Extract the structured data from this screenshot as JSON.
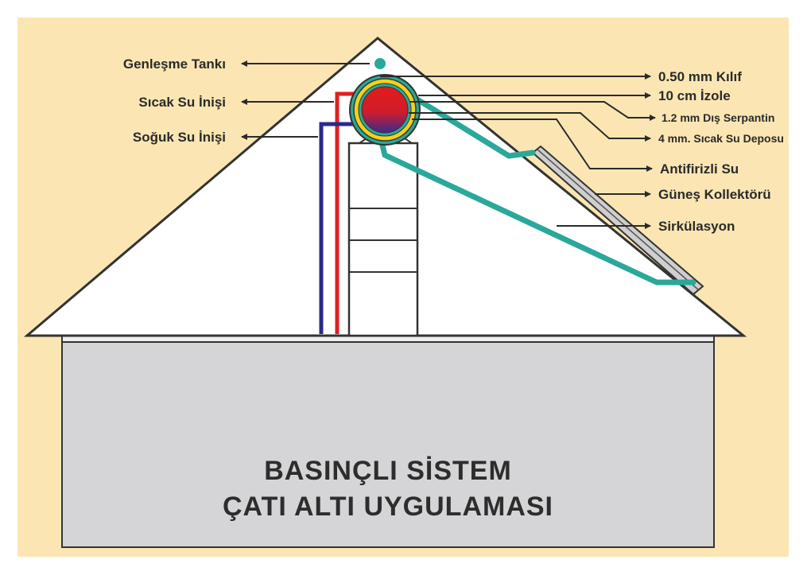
{
  "colors": {
    "background": "#fbe6b3",
    "roof": "#ffffff",
    "house": "#d5d5d7",
    "teal": "#2aa89a",
    "hot": "#e02020",
    "cold": "#2a2a8c",
    "insulation": "#f2d21a"
  },
  "labels_left": {
    "expansion_tank": "Genleşme Tankı",
    "hot_water": "Sıcak Su İnişi",
    "cold_water": "Soğuk Su İnişi"
  },
  "labels_right": {
    "jacket": "0.50 mm Kılıf",
    "insulation": "10 cm İzole",
    "outer_coil": "1.2 mm Dış Serpantin",
    "hot_tank": "4 mm. Sıcak Su Deposu",
    "antifreeze": "Antifirizli Su",
    "collector": "Güneş Kollektörü",
    "circulation": "Sirkülasyon"
  },
  "title": {
    "line1": "BASINÇLI SİSTEM",
    "line2": "ÇATI ALTI UYGULAMASI"
  }
}
